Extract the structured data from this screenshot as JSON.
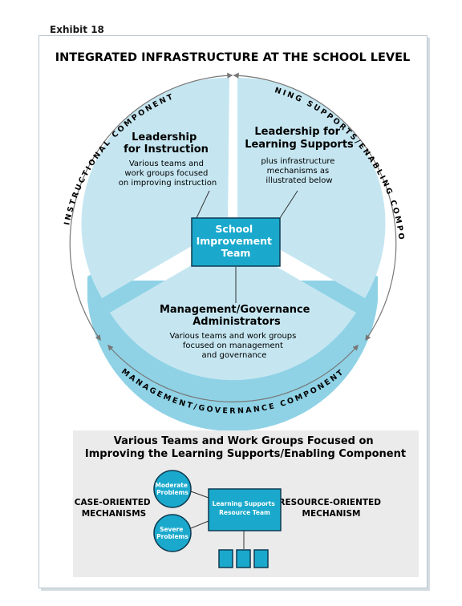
{
  "exhibit_label": "Exhibit 18",
  "title": "INTEGRATED INFRASTRUCTURE AT THE SCHOOL LEVEL",
  "components": {
    "instructional": "INSTRUCTIONAL COMPONENT",
    "learning_supports": "LEARNING SUPPORTS/ENABLING COMPONENT",
    "management": "MANAGEMENT/GOVERNANCE COMPONENT"
  },
  "left_segment": {
    "heading_lines": [
      "Leadership",
      "for Instruction"
    ],
    "body_lines": [
      "Various teams and",
      "work groups focused",
      "on improving instruction"
    ]
  },
  "right_segment": {
    "heading_lines": [
      "Leadership for",
      "Learning Supports"
    ],
    "body_lines": [
      "plus infrastructure",
      "mechanisms as",
      "illustrated below"
    ]
  },
  "bottom_segment": {
    "heading_lines": [
      "Management/Governance",
      "Administrators"
    ],
    "body_lines": [
      "Various teams and work groups",
      "focused on management",
      "and governance"
    ]
  },
  "center_team_lines": [
    "School",
    "Improvement",
    "Team"
  ],
  "lower_panel": {
    "title_lines": [
      "Various Teams and Work Groups Focused on",
      "Improving the Learning Supports/Enabling Component"
    ],
    "case_label_lines": [
      "CASE-ORIENTED",
      "MECHANISMS"
    ],
    "resource_label_lines": [
      "RESOURCE-ORIENTED",
      "MECHANISM"
    ],
    "moderate_lines": [
      "Moderate",
      "Problems"
    ],
    "severe_lines": [
      "Severe",
      "Problems"
    ],
    "lst_lines": [
      "Learning Supports",
      "Resource Team"
    ],
    "small_boxes": 3
  },
  "colors": {
    "segment_fill": "#c5e6f1",
    "segment_side": "#8fd2e6",
    "accent": "#1aa9cc",
    "accent_stroke": "#0d3b52",
    "panel_bg": "#ebebeb"
  }
}
